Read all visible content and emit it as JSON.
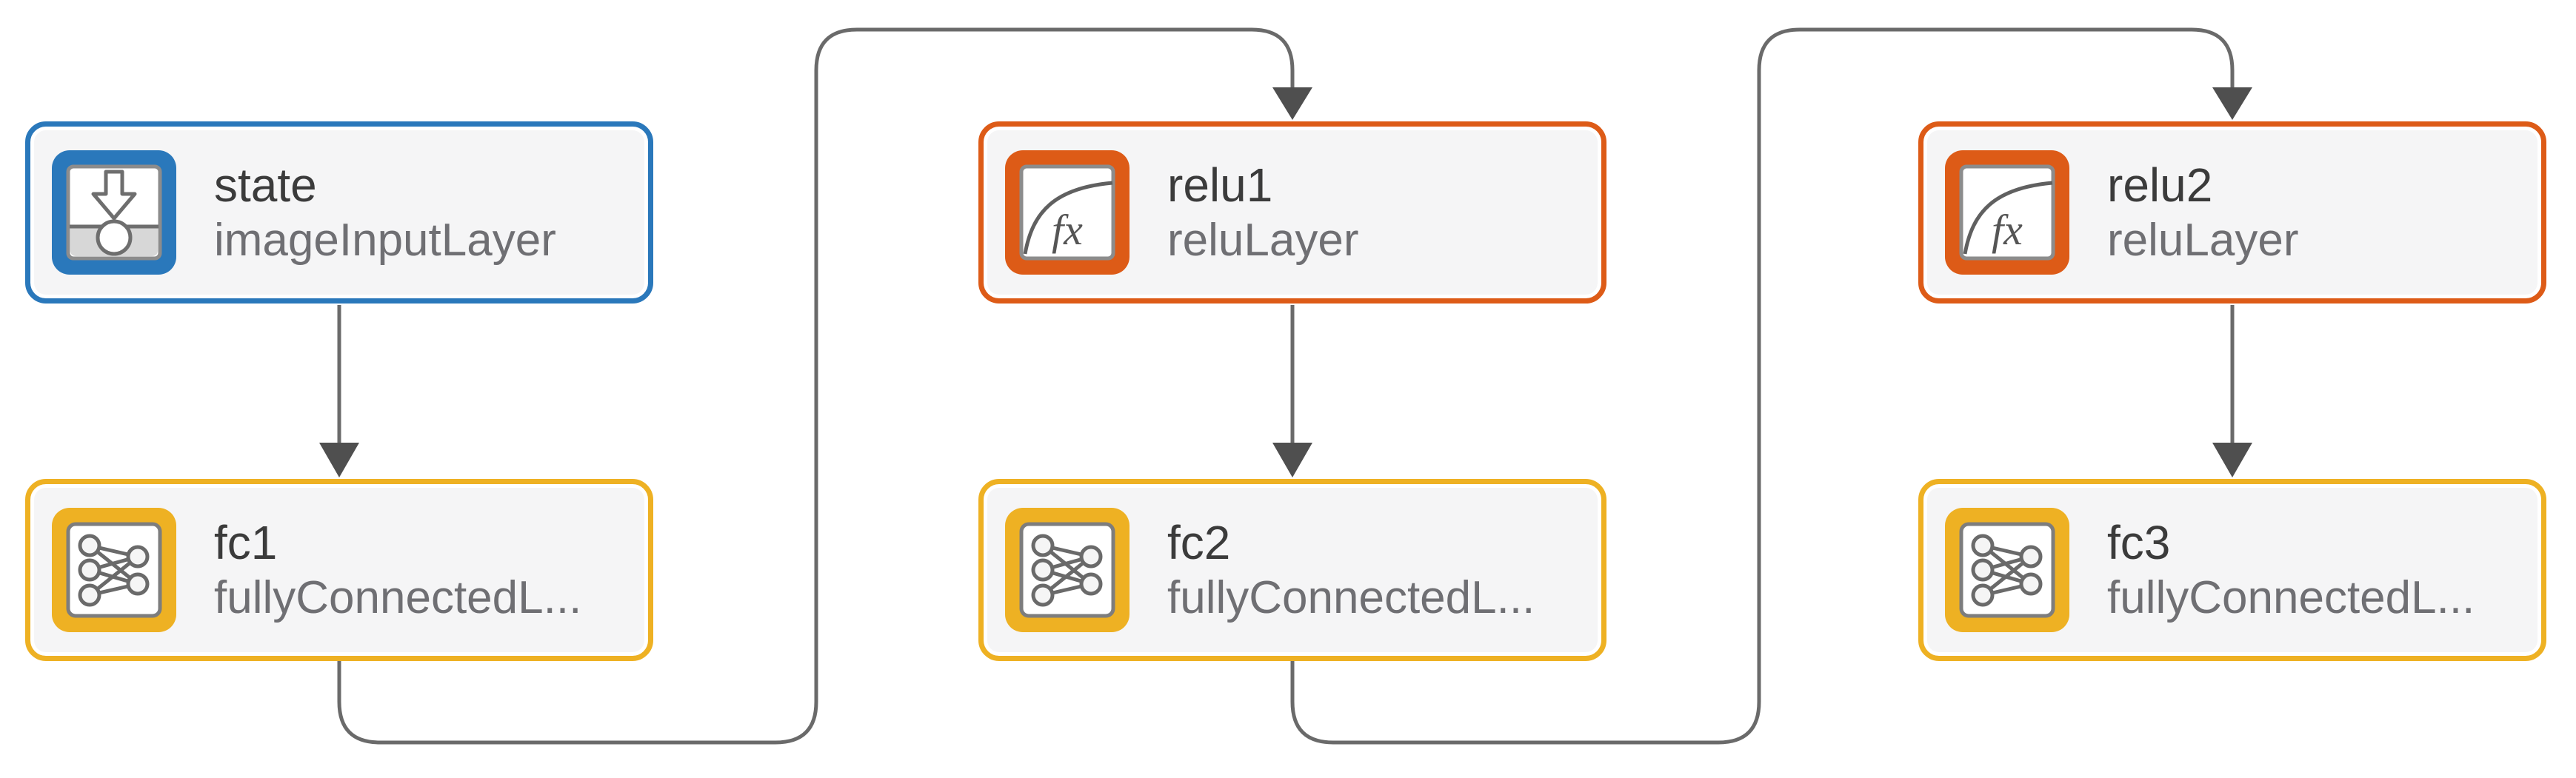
{
  "diagram": {
    "background": "#ffffff",
    "node_fill": "#f5f5f6",
    "connector_color": "#6a6a6a",
    "arrowhead_color": "#4f4f4f",
    "title_color": "#3b3b3b",
    "subtitle_color": "#6f6f73",
    "nodes": [
      {
        "id": "state",
        "title": "state",
        "subtitle": "imageInputLayer",
        "icon": "image-input-icon",
        "accent": "#2a78bb"
      },
      {
        "id": "fc1",
        "title": "fc1",
        "subtitle": "fullyConnectedL...",
        "icon": "fully-connected-icon",
        "accent": "#eeb123"
      },
      {
        "id": "relu1",
        "title": "relu1",
        "subtitle": "reluLayer",
        "icon": "relu-icon",
        "accent": "#dd5b17"
      },
      {
        "id": "fc2",
        "title": "fc2",
        "subtitle": "fullyConnectedL...",
        "icon": "fully-connected-icon",
        "accent": "#eeb123"
      },
      {
        "id": "relu2",
        "title": "relu2",
        "subtitle": "reluLayer",
        "icon": "relu-icon",
        "accent": "#dd5b17"
      },
      {
        "id": "fc3",
        "title": "fc3",
        "subtitle": "fullyConnectedL...",
        "icon": "fully-connected-icon",
        "accent": "#eeb123"
      }
    ],
    "edges": [
      {
        "from": "state",
        "to": "fc1"
      },
      {
        "from": "fc1",
        "to": "relu1"
      },
      {
        "from": "relu1",
        "to": "fc2"
      },
      {
        "from": "fc2",
        "to": "relu2"
      },
      {
        "from": "relu2",
        "to": "fc3"
      }
    ]
  }
}
